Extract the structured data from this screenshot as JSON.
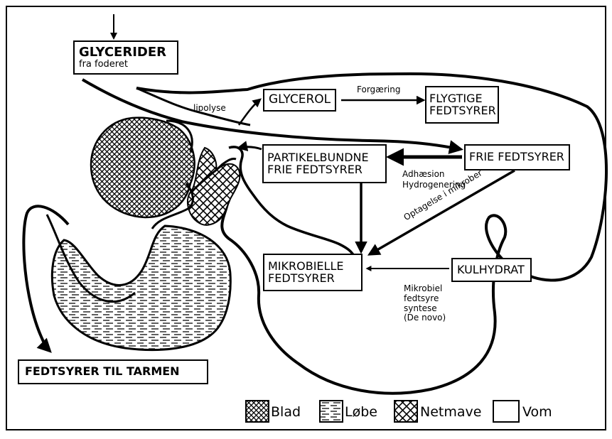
{
  "boxes": {
    "glycerider": {
      "line1": "GLYCERIDER",
      "line2": "fra foderet"
    },
    "glycerol": {
      "line1": "GLYCEROL"
    },
    "flygtige": {
      "line1": "FLYGTIGE",
      "line2": "FEDTSYRER"
    },
    "partikel": {
      "line1": "PARTIKELBUNDNE",
      "line2": "FRIE FEDTSYRER"
    },
    "frie": {
      "line1": "FRIE FEDTSYRER"
    },
    "mikrobielle": {
      "line1": "MIKROBIELLE",
      "line2": "FEDTSYRER"
    },
    "kulhydrat": {
      "line1": "KULHYDRAT"
    },
    "tarmen": {
      "line1": "FEDTSYRER TIL TARMEN"
    }
  },
  "labels": {
    "lipolyse": "lipolyse",
    "forgaering": "Forgæring",
    "adhaesion": "Adhæsion",
    "hydrogenering": "Hydrogenering",
    "optagelse": "Optagelse i mikrober",
    "syntese": [
      "Mikrobiel",
      "fedtsyre",
      "syntese",
      "(De novo)"
    ]
  },
  "legend": [
    {
      "key": "blad",
      "label": "Blad"
    },
    {
      "key": "loebe",
      "label": "Løbe"
    },
    {
      "key": "netmave",
      "label": "Netmave"
    },
    {
      "key": "vom",
      "label": "Vom"
    }
  ],
  "colors": {
    "ink": "#000000",
    "background": "#ffffff"
  }
}
